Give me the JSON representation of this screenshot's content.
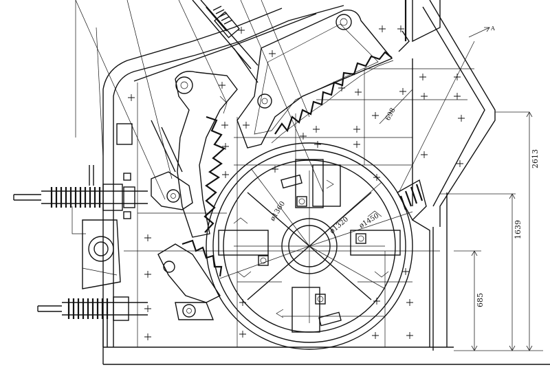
{
  "drawing": {
    "dimensions": {
      "total_height": "2613",
      "mid_height": "1639",
      "low_height": "685",
      "diag_698": "698"
    },
    "diameters": {
      "d1360": "ø1360",
      "d1320": "ø1320",
      "d1450": "ø1450"
    },
    "marker": "A"
  }
}
